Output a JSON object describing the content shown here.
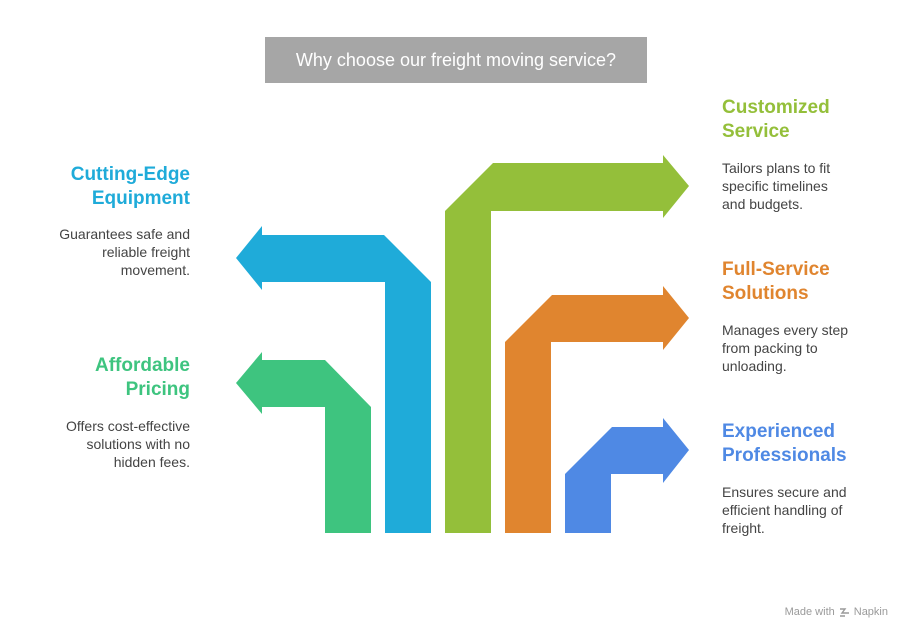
{
  "title": "Why choose our freight moving service?",
  "colors": {
    "affordable": "#3ec47f",
    "equipment": "#1fabd9",
    "customized": "#94bf3a",
    "full_service": "#e0852f",
    "experienced": "#4f89e4",
    "title_bg": "#a6a6a6"
  },
  "items": {
    "equipment": {
      "heading_line1": "Cutting-Edge",
      "heading_line2": "Equipment",
      "desc_line1": "Guarantees safe and",
      "desc_line2": "reliable freight",
      "desc_line3": "movement."
    },
    "affordable": {
      "heading_line1": "Affordable",
      "heading_line2": "Pricing",
      "desc_line1": "Offers cost-effective",
      "desc_line2": "solutions with no",
      "desc_line3": "hidden fees."
    },
    "customized": {
      "heading_line1": "Customized",
      "heading_line2": "Service",
      "desc_line1": "Tailors plans to fit",
      "desc_line2": "specific timelines",
      "desc_line3": "and budgets."
    },
    "full_service": {
      "heading_line1": "Full-Service",
      "heading_line2": "Solutions",
      "desc_line1": "Manages every step",
      "desc_line2": "from packing to",
      "desc_line3": "unloading."
    },
    "experienced": {
      "heading_line1": "Experienced",
      "heading_line2": "Professionals",
      "desc_line1": "Ensures secure and",
      "desc_line2": "efficient handling of",
      "desc_line3": "freight."
    }
  },
  "footer": {
    "prefix": "Made with",
    "brand": "Napkin"
  }
}
